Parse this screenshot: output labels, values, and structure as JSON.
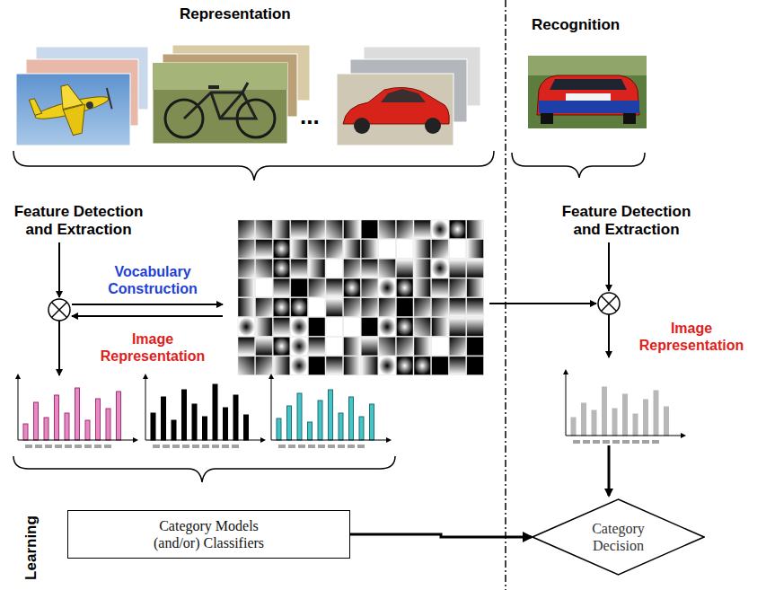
{
  "diagram": {
    "nodes": [
      {
        "text": [
          "Category Models (and/or) Classifiers"
        ]
      },
      {
        "text": [
          "Category Decision"
        ]
      }
    ],
    "edges": [
      {
        "from": 0,
        "to": 1,
        "arrow": "to"
      }
    ],
    "labels": [
      "Representation",
      "Recognition",
      "...",
      "Feature Detection and Extraction",
      "Vocabulary Construction",
      "Image Representation",
      "Feature Detection and Extraction",
      "Image Representation",
      "Learning"
    ]
  }
}
